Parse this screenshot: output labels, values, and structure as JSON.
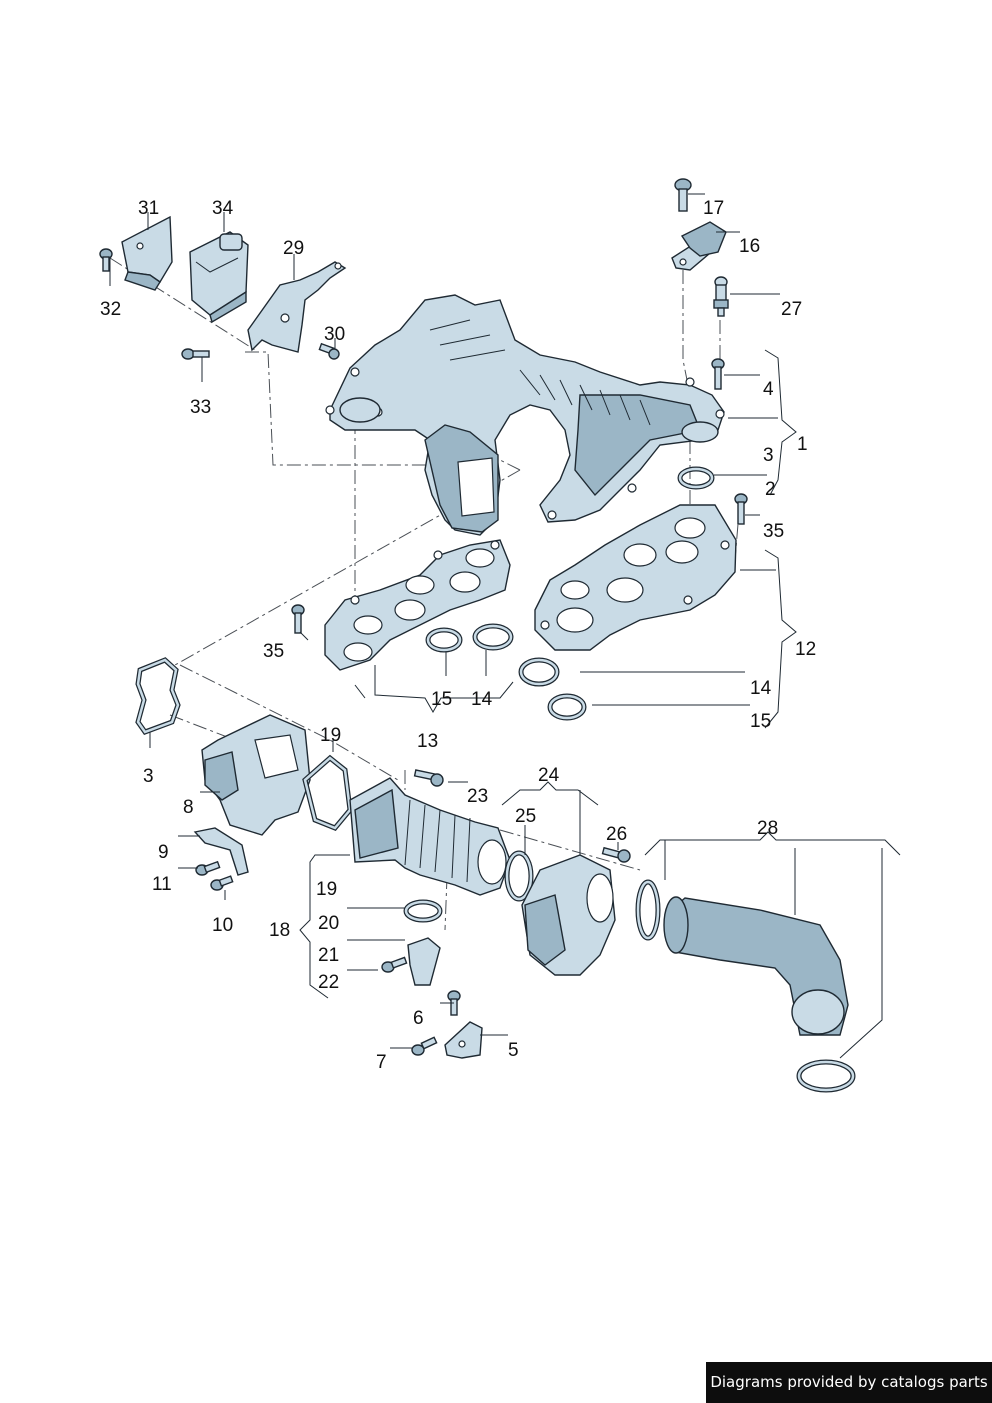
{
  "labels": {
    "l1": "1",
    "l2": "2",
    "l3a": "3",
    "l3b": "3",
    "l4": "4",
    "l5": "5",
    "l6": "6",
    "l7": "7",
    "l8": "8",
    "l9": "9",
    "l10": "10",
    "l11": "11",
    "l12": "12",
    "l13": "13",
    "l14a": "14",
    "l14b": "14",
    "l15a": "15",
    "l15b": "15",
    "l16": "16",
    "l17": "17",
    "l18": "18",
    "l19a": "19",
    "l19b": "19",
    "l20": "20",
    "l21": "21",
    "l22": "22",
    "l23": "23",
    "l24": "24",
    "l25": "25",
    "l26": "26",
    "l27": "27",
    "l28": "28",
    "l29": "29",
    "l30": "30",
    "l31": "31",
    "l32": "32",
    "l33": "33",
    "l34": "34",
    "l35a": "35",
    "l35b": "35"
  },
  "footer": {
    "text": "Diagrams provided by catalogs parts"
  },
  "colors": {
    "part_fill": "#c9dbe6",
    "part_shade": "#9bb6c6",
    "outline": "#1f2a33",
    "footer_bg": "#0d0d0d"
  }
}
